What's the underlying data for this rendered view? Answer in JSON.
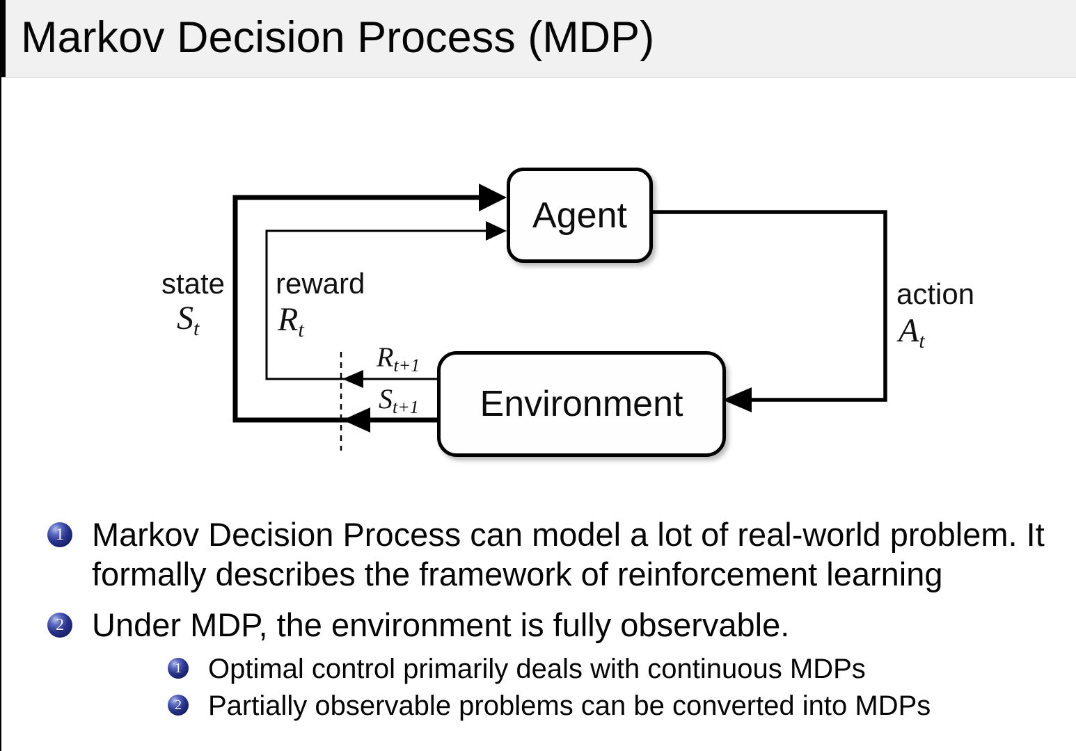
{
  "title": "Markov Decision Process (MDP)",
  "diagram": {
    "agent": "Agent",
    "environment": "Environment",
    "state": {
      "label": "state",
      "symbol": "S",
      "subscript": "t"
    },
    "reward": {
      "label": "reward",
      "symbol": "R",
      "subscript": "t"
    },
    "action": {
      "label": "action",
      "symbol": "A",
      "subscript": "t"
    },
    "reward_next": {
      "symbol": "R",
      "subscript": "t+1"
    },
    "state_next": {
      "symbol": "S",
      "subscript": "t+1"
    }
  },
  "bullets": [
    {
      "number": "1",
      "text": "Markov Decision Process can model a lot of real-world problem. It formally describes the framework of reinforcement learning"
    },
    {
      "number": "2",
      "text": "Under MDP, the environment is fully observable.",
      "sub_bullets": [
        {
          "number": "1",
          "text": "Optimal control primarily deals with continuous MDPs"
        },
        {
          "number": "2",
          "text": "Partially observable problems can be converted into MDPs"
        }
      ]
    }
  ],
  "colors": {
    "title_bar_bg": "#f1f1f1",
    "badge_navy": "#1c2878",
    "line_black": "#000000"
  }
}
